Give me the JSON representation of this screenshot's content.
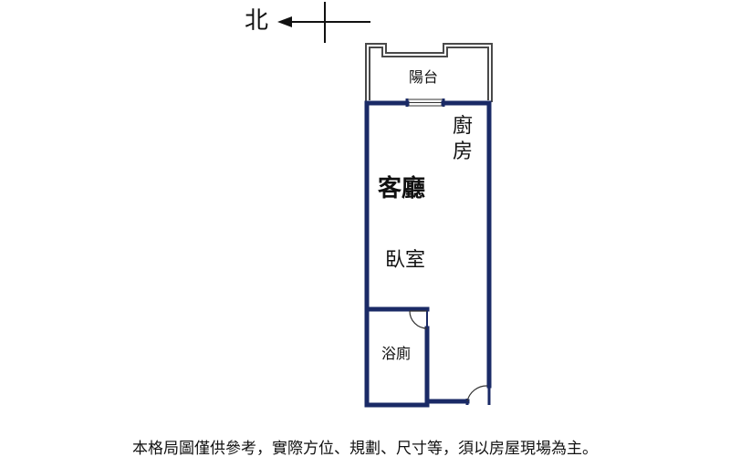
{
  "compass": {
    "label": "北",
    "icon": "north-arrow-icon"
  },
  "rooms": {
    "balcony": "陽台",
    "kitchen": "廚房",
    "living_room": "客廳",
    "bedroom": "臥室",
    "bathroom": "浴廁"
  },
  "disclaimer": "本格局圖僅供參考，實際方位、規劃、尺寸等，須以房屋現場為主。",
  "colors": {
    "wall": "#1a2a66",
    "balcony_wall": "#4a4a4a",
    "text": "#111111"
  }
}
